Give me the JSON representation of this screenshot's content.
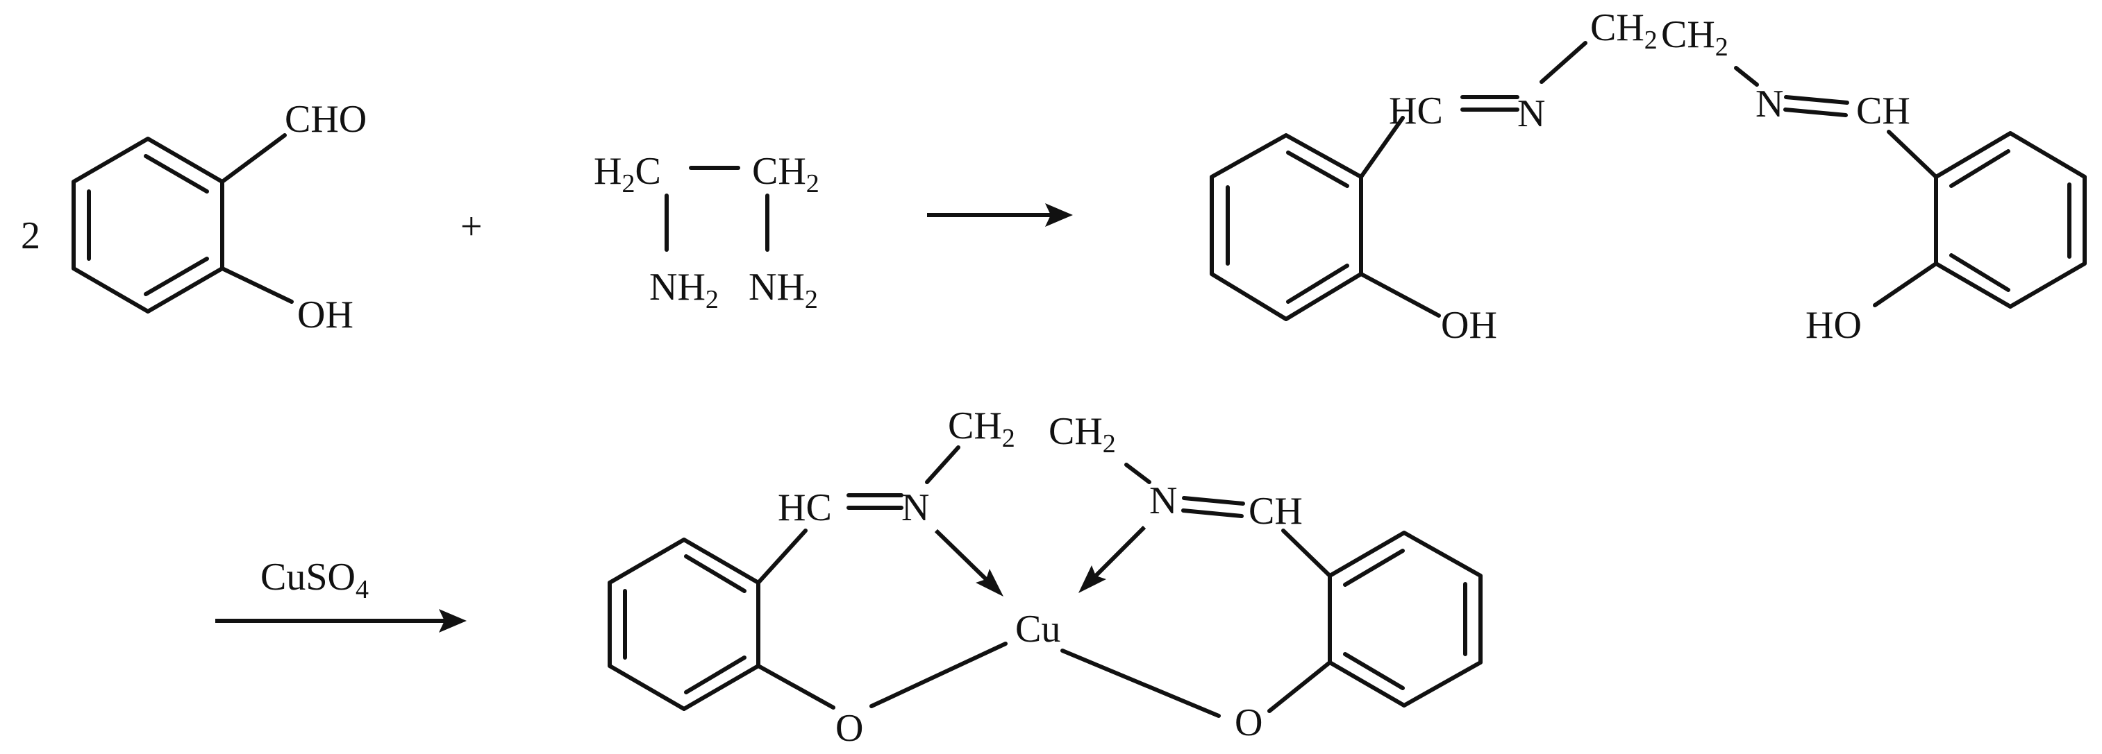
{
  "labels": {
    "coef": "2",
    "plus": "+",
    "cho": "CHO",
    "oh": "OH",
    "ho": "HO",
    "hc": "HC",
    "ch": "CH",
    "n": "N",
    "c": "C",
    "h": "H",
    "ch2": "CH",
    "nh2": "NH",
    "two": "2",
    "four": "4",
    "cuso": "CuSO",
    "cu": "Cu",
    "o": "O"
  }
}
